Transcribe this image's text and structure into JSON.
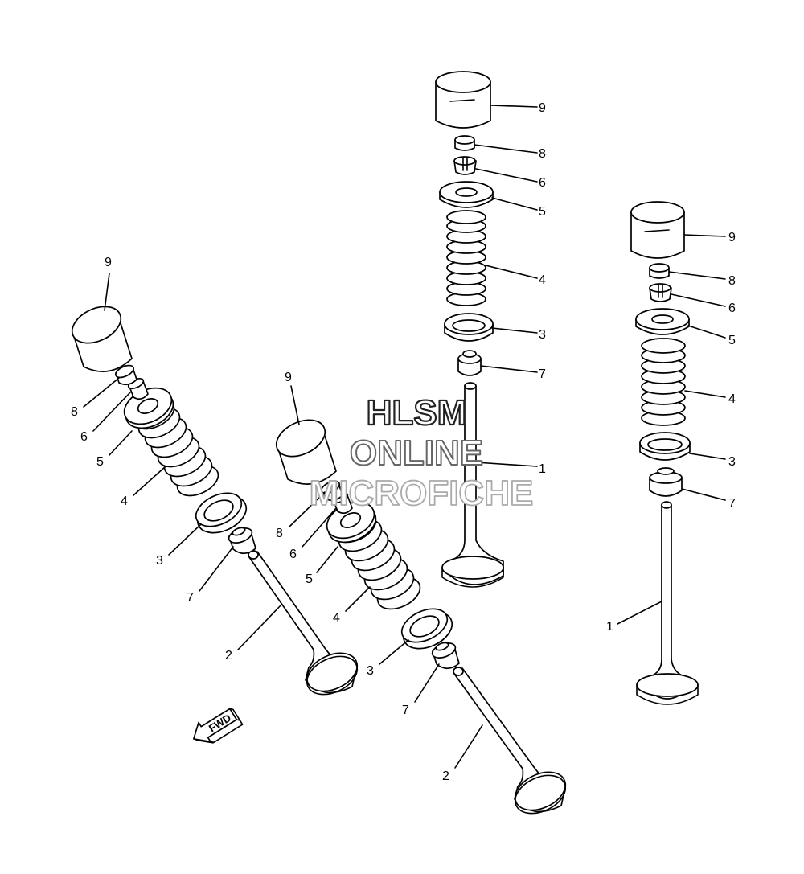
{
  "watermark": {
    "line1": "HLSM",
    "line2": "ONLINE",
    "line3": "MICROFICHE"
  },
  "fwd_label": "FWD",
  "callouts": {
    "c_9": "9",
    "c_8": "8",
    "c_6": "6",
    "c_5": "5",
    "c_4": "4",
    "c_3": "3",
    "c_7": "7",
    "c_1": "1",
    "r_9": "9",
    "r_8": "8",
    "r_6": "6",
    "r_5": "5",
    "r_4": "4",
    "r_3": "3",
    "r_7": "7",
    "r_1": "1",
    "l_9": "9",
    "l_8": "8",
    "l_6": "6",
    "l_5": "5",
    "l_4": "4",
    "l_3": "3",
    "l_7": "7",
    "l_2": "2",
    "m_9": "9",
    "m_8": "8",
    "m_6": "6",
    "m_5": "5",
    "m_4": "4",
    "m_3": "3",
    "m_7": "7",
    "m_2": "2"
  }
}
